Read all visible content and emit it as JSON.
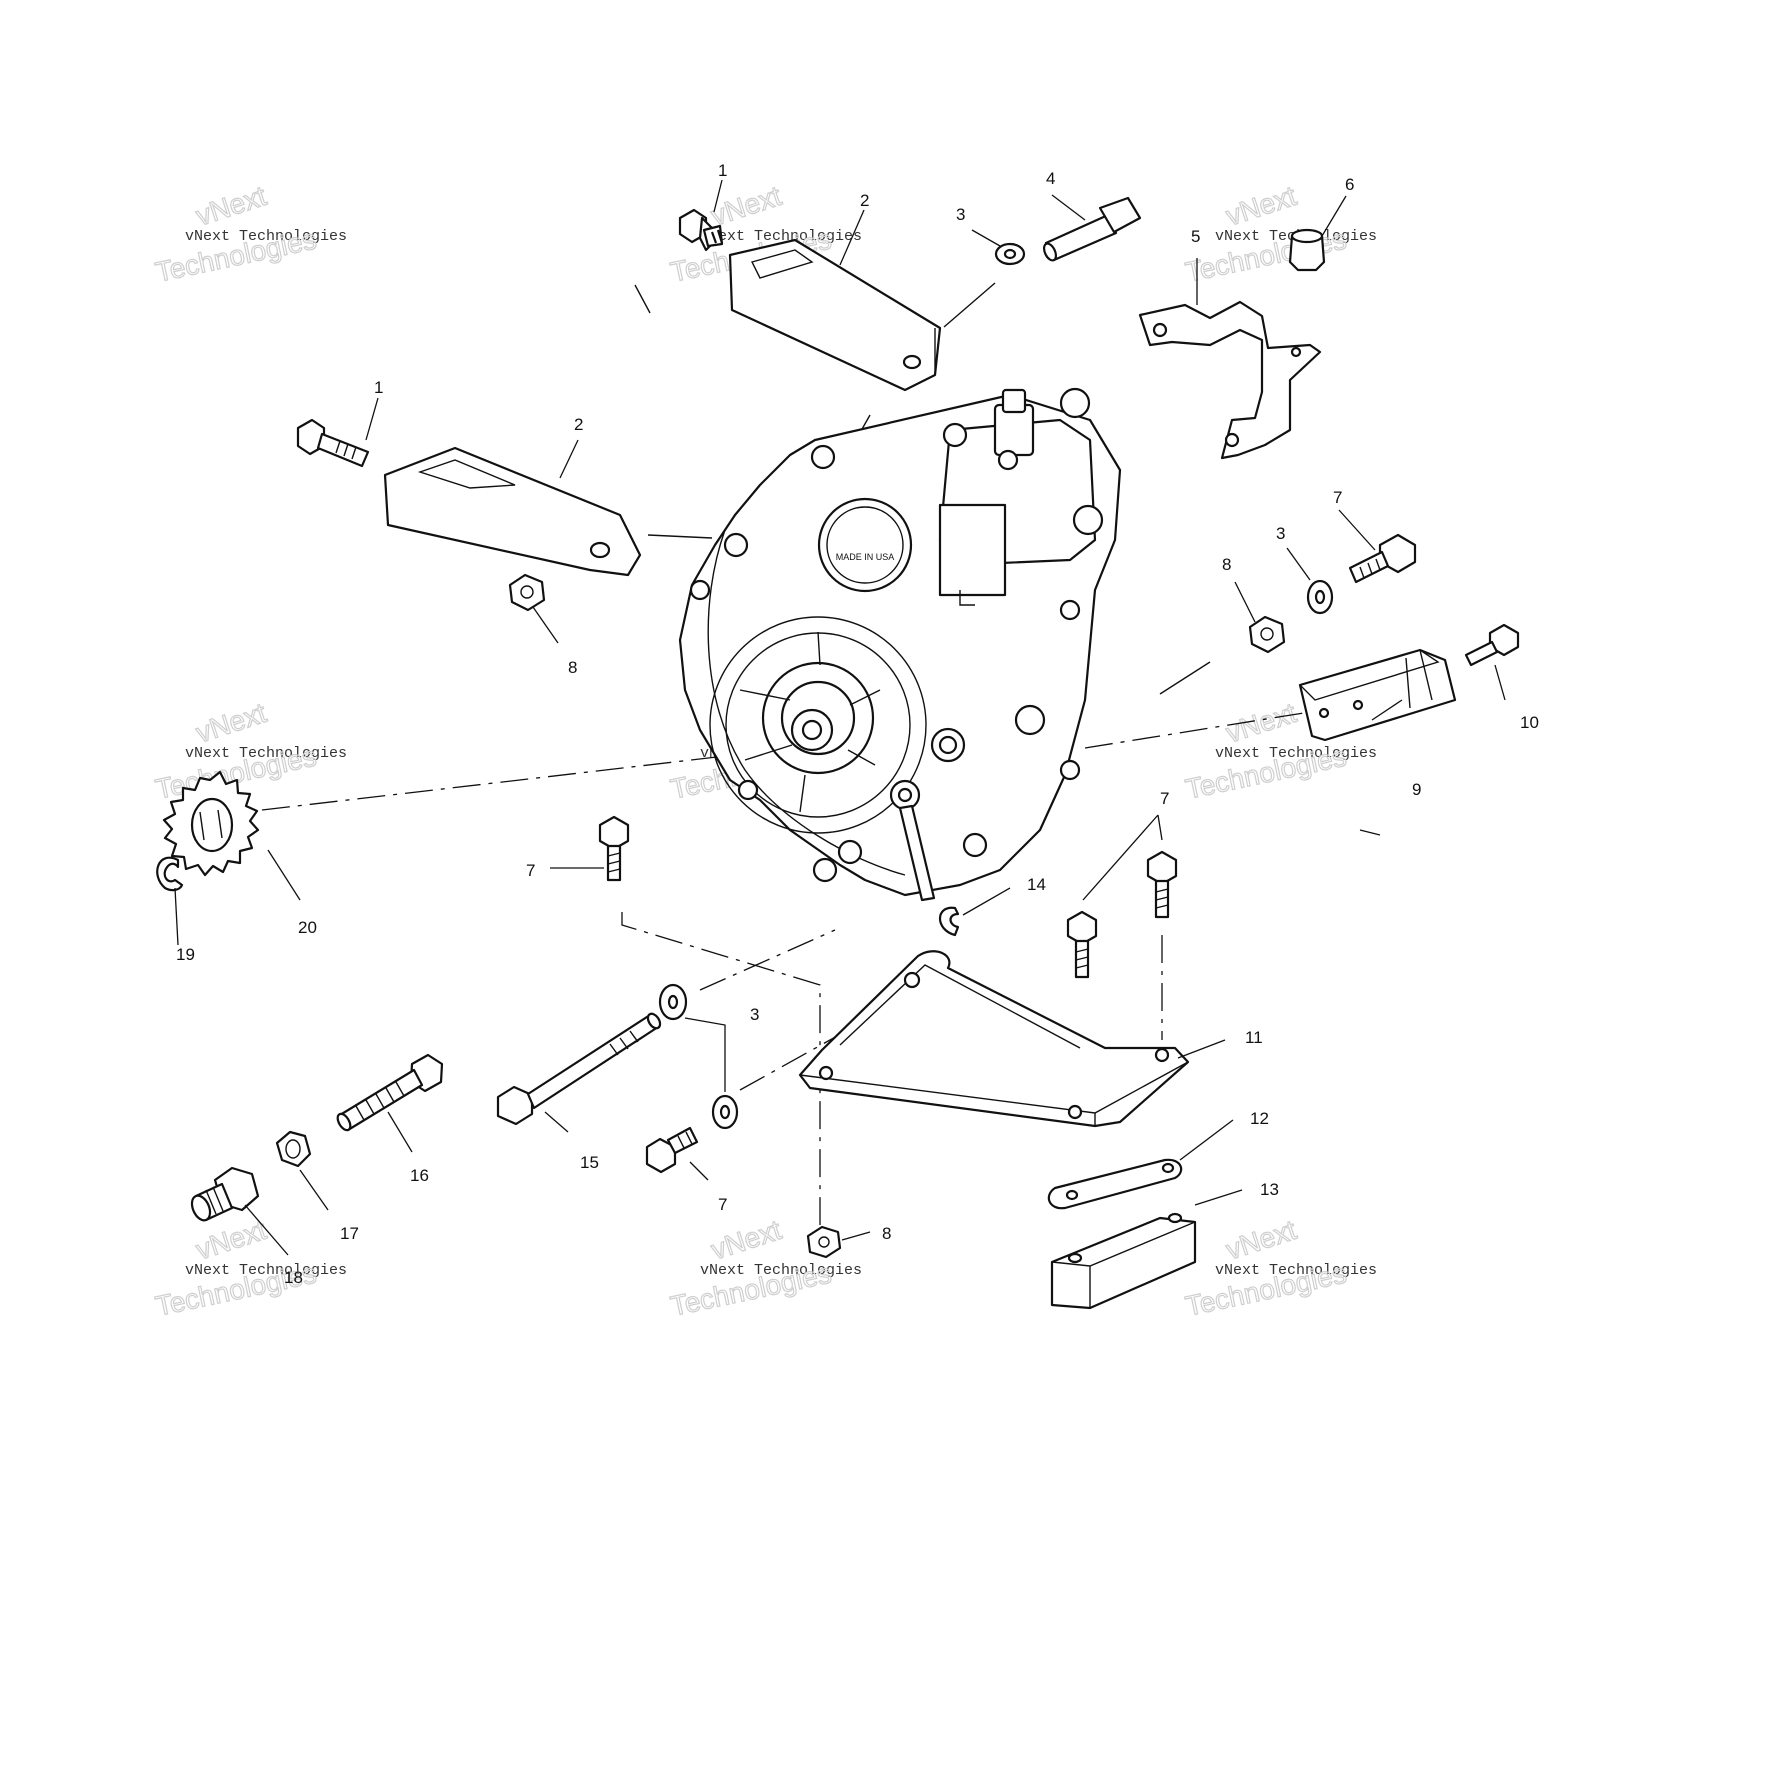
{
  "callouts": {
    "c1a": "1",
    "c1b": "1",
    "c2a": "2",
    "c2b": "2",
    "c3a": "3",
    "c3b": "3",
    "c3c": "3",
    "c4": "4",
    "c5": "5",
    "c6": "6",
    "c7a": "7",
    "c7b": "7",
    "c7c": "7",
    "c7d": "7",
    "c8a": "8",
    "c8b": "8",
    "c8c": "8",
    "c9": "9",
    "c10": "10",
    "c11": "11",
    "c12": "12",
    "c13": "13",
    "c14": "14",
    "c15": "15",
    "c16": "16",
    "c17": "17",
    "c18": "18",
    "c19": "19",
    "c20": "20"
  },
  "watermark": {
    "brand": "vNext",
    "company": "vNext Technologies",
    "word": "Technologies"
  },
  "casting_text": "MADE IN USA"
}
